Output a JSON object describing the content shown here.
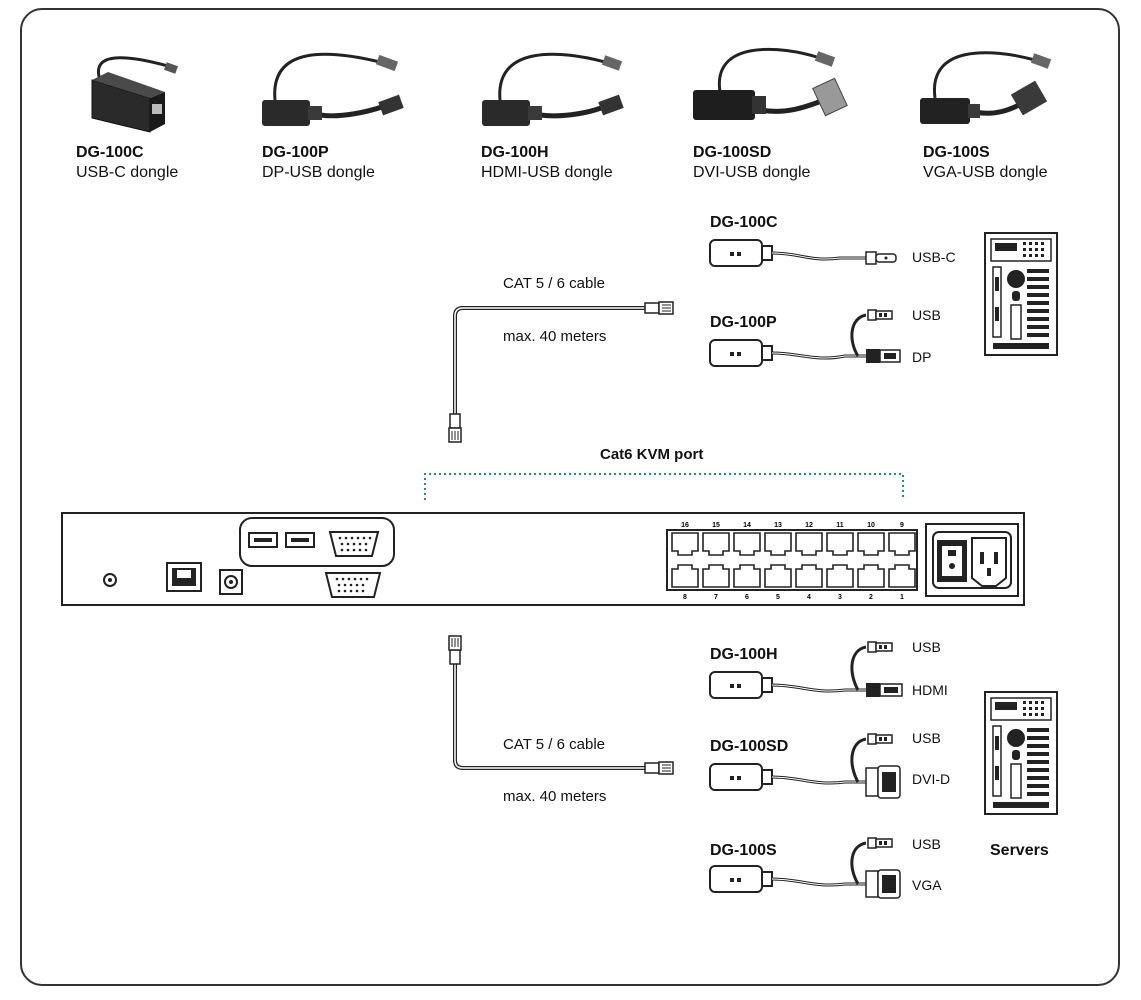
{
  "dongles": [
    {
      "model": "DG-100C",
      "desc": "USB-C dongle"
    },
    {
      "model": "DG-100P",
      "desc": "DP-USB dongle"
    },
    {
      "model": "DG-100H",
      "desc": "HDMI-USB dongle"
    },
    {
      "model": "DG-100SD",
      "desc": "DVI-USB dongle"
    },
    {
      "model": "DG-100S",
      "desc": "VGA-USB dongle"
    }
  ],
  "upper_cable": {
    "type": "CAT 5 / 6 cable",
    "length": "max. 40 meters"
  },
  "lower_cable": {
    "type": "CAT 5 / 6 cable",
    "length": "max. 40 meters"
  },
  "kvm_port_label": "Cat6 KVM port",
  "port_numbers_top": [
    "16",
    "15",
    "14",
    "13",
    "12",
    "11",
    "10",
    "9"
  ],
  "port_numbers_bottom": [
    "8",
    "7",
    "6",
    "5",
    "4",
    "3",
    "2",
    "1"
  ],
  "upper_connections": [
    {
      "model": "DG-100C",
      "plugs": [
        "USB-C"
      ]
    },
    {
      "model": "DG-100P",
      "plugs": [
        "USB",
        "DP"
      ]
    }
  ],
  "lower_connections": [
    {
      "model": "DG-100H",
      "plugs": [
        "USB",
        "HDMI"
      ]
    },
    {
      "model": "DG-100SD",
      "plugs": [
        "USB",
        "DVI-D"
      ]
    },
    {
      "model": "DG-100S",
      "plugs": [
        "USB",
        "VGA"
      ]
    }
  ],
  "servers_label": "Servers"
}
